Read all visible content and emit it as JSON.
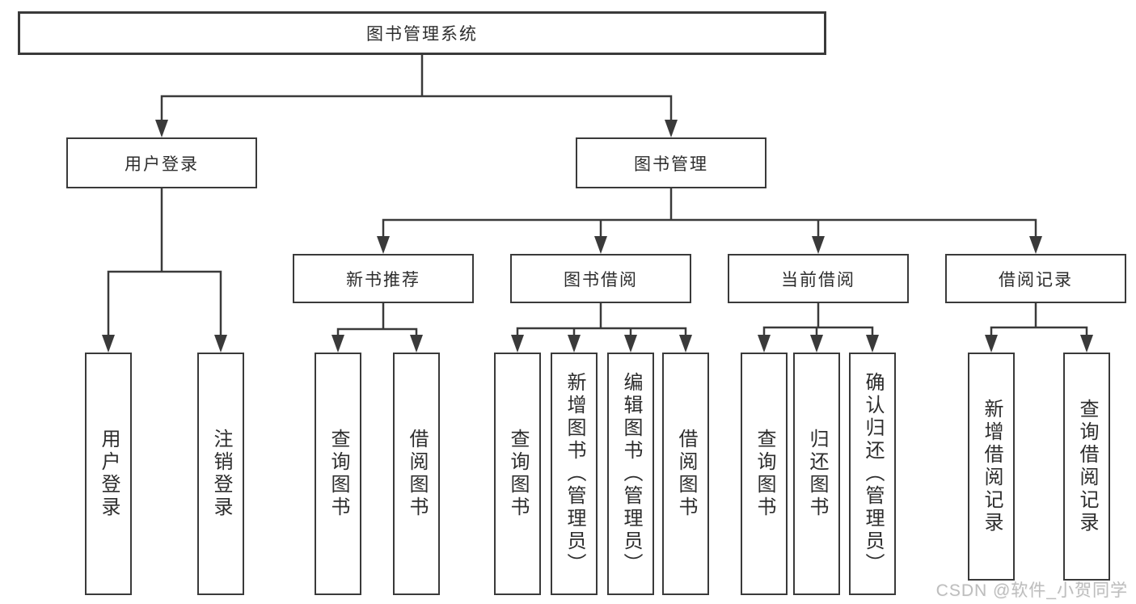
{
  "root": {
    "label": "图书管理系统"
  },
  "level2": {
    "user_login": "用户登录",
    "book_management": "图书管理"
  },
  "level3": {
    "new_book_recommend": "新书推荐",
    "book_borrow": "图书借阅",
    "current_borrow": "当前借阅",
    "borrow_record": "借阅记录"
  },
  "leaves": {
    "user_login": [
      "用户登录",
      "注销登录"
    ],
    "new_book_recommend": [
      "查询图书",
      "借阅图书"
    ],
    "book_borrow": [
      "查询图书",
      "新增图书（管理员）",
      "编辑图书（管理员）",
      "借阅图书"
    ],
    "current_borrow": [
      "查询图书",
      "归还图书",
      "确认归还（管理员）"
    ],
    "borrow_record": [
      "新增借阅记录",
      "查询借阅记录"
    ]
  },
  "watermark": "CSDN @软件_小贺同学",
  "colors": {
    "line": "#3a3a3a",
    "text": "#2d2d2d",
    "watermark": "#bdbdbd",
    "background": "#ffffff"
  }
}
